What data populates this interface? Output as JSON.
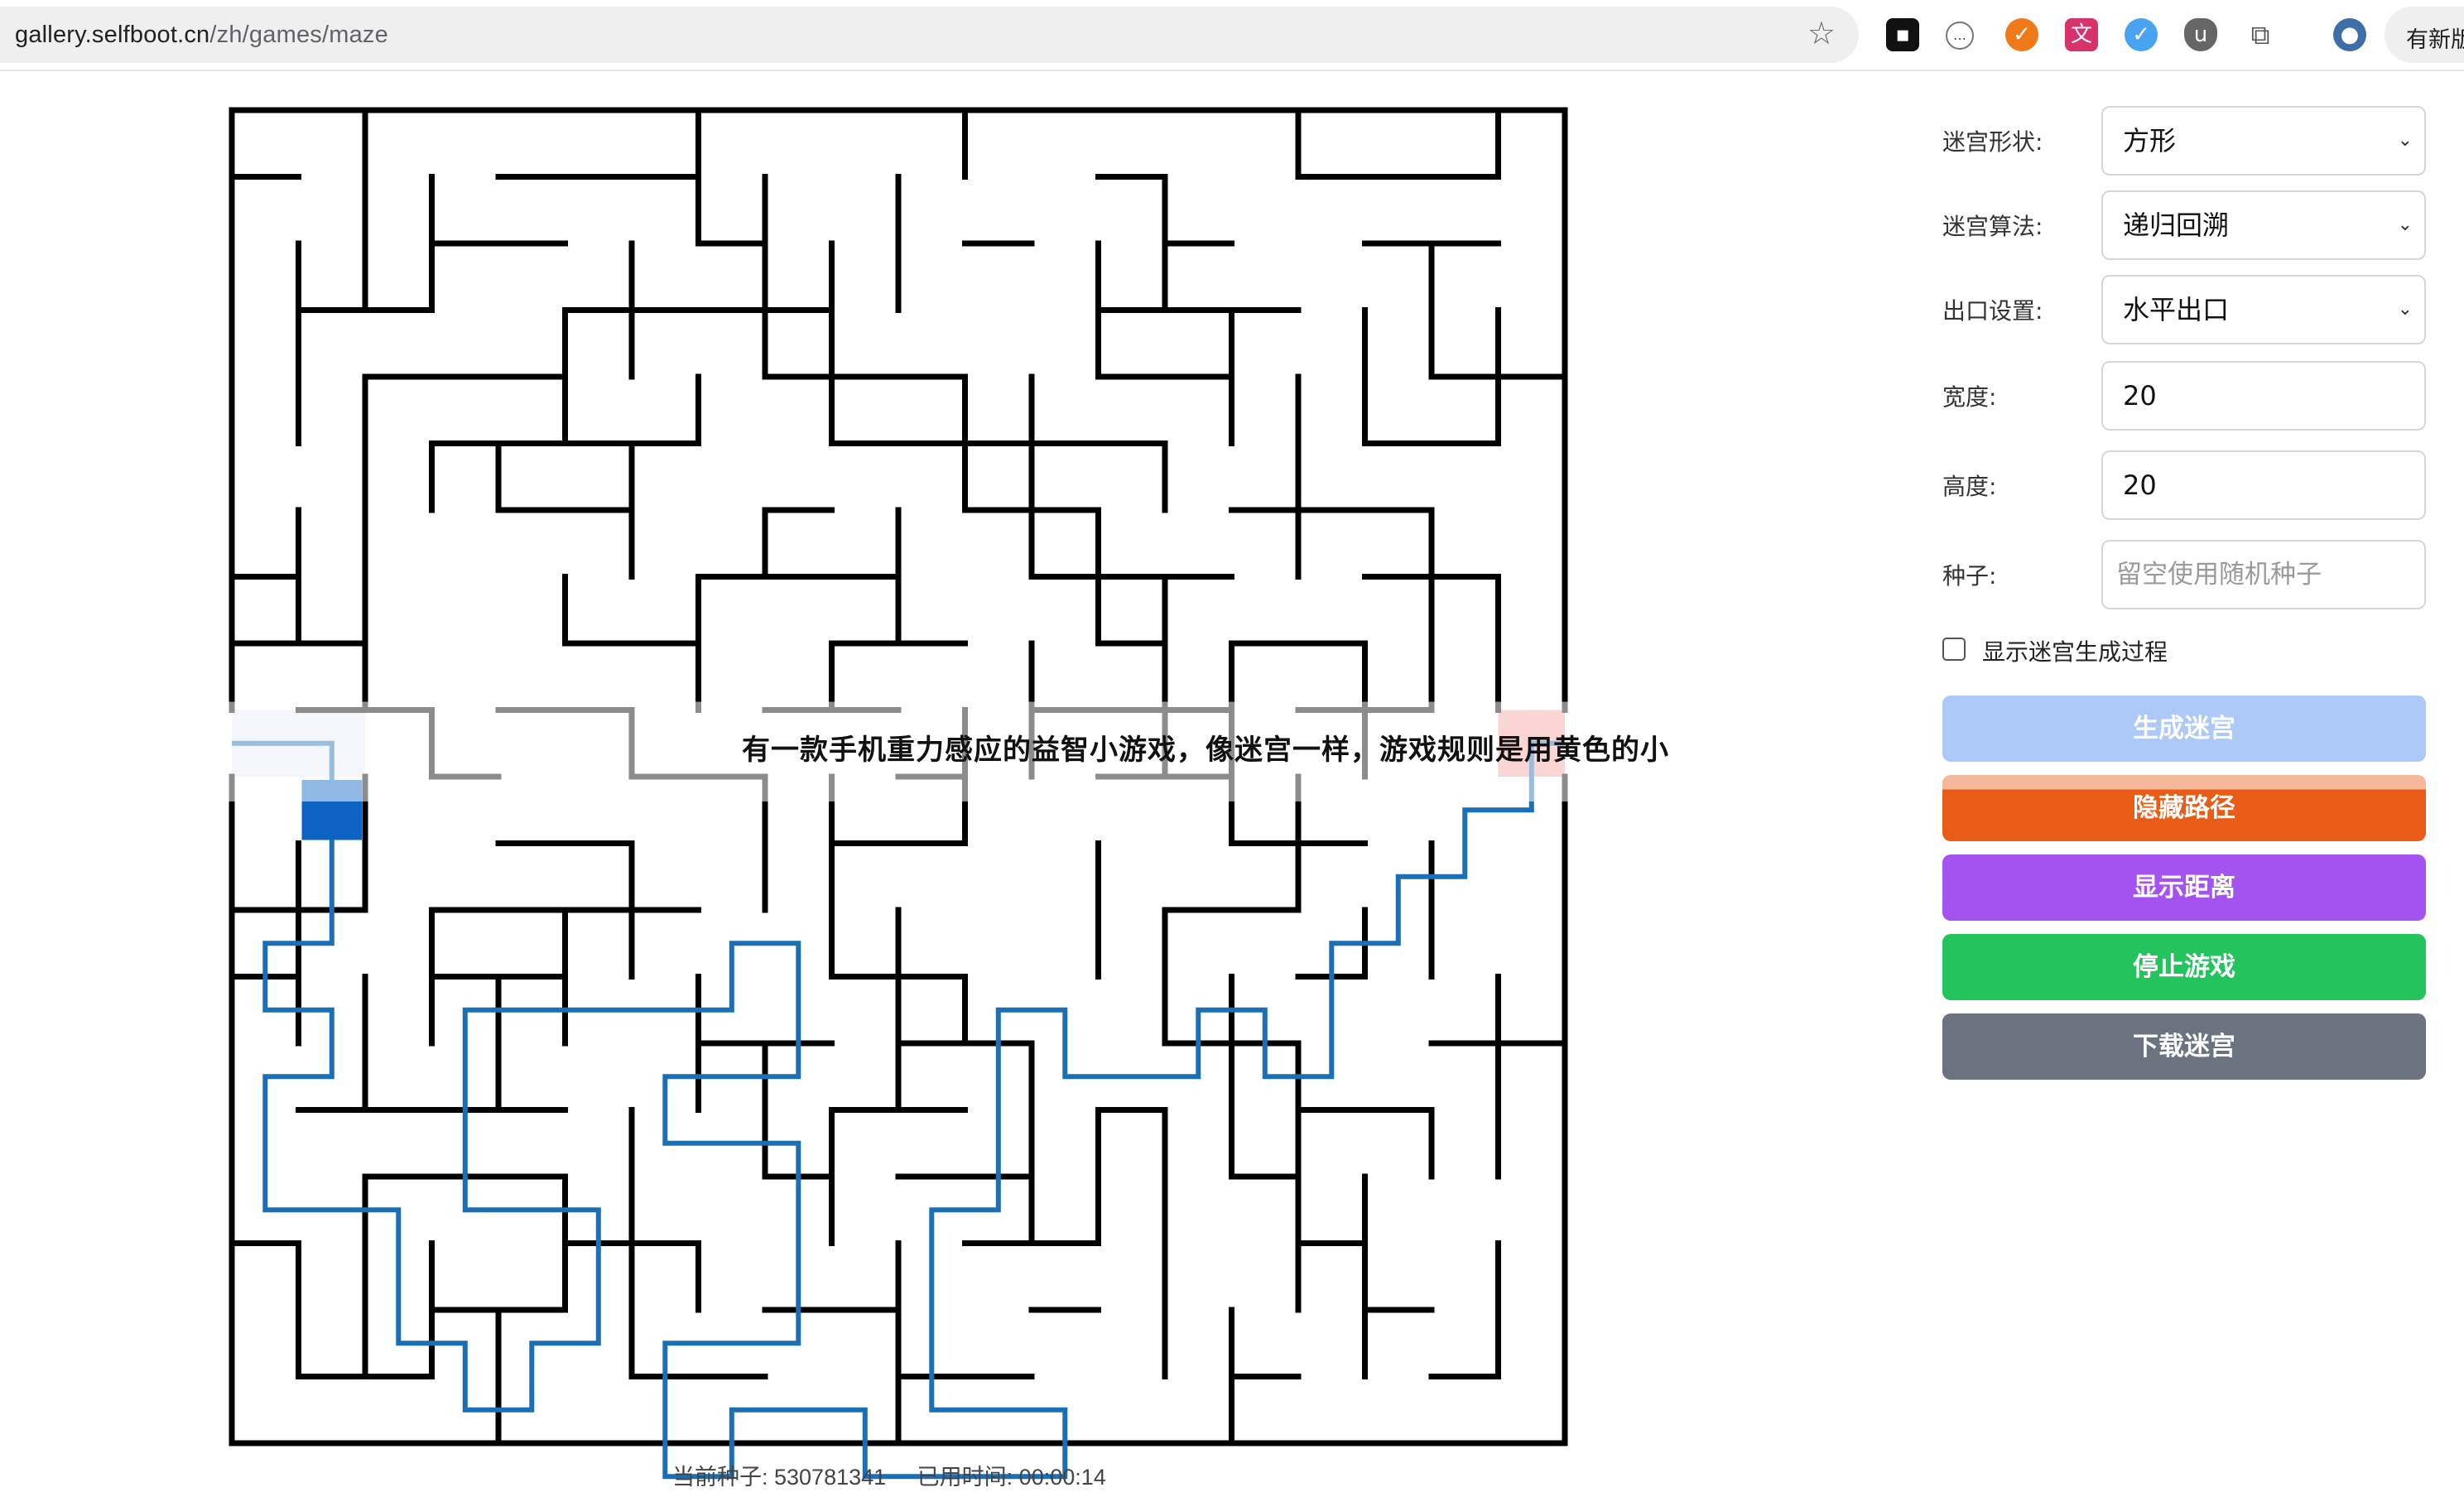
{
  "browser": {
    "url_host": "gallery.selfboot.cn",
    "url_path": "/zh/games/maze",
    "new_tab_label": "有新版"
  },
  "overlay_caption": "有一款手机重力感应的益智小游戏，像迷宫一样，游戏规则是用黄色的小",
  "status": {
    "seed_text": "当前种子: 530781341",
    "time_text": "已用时间: 00:00:14"
  },
  "panel": {
    "shape_label": "迷宫形状:",
    "shape_value": "方形",
    "algorithm_label": "迷宫算法:",
    "algorithm_value": "递归回溯",
    "exit_label": "出口设置:",
    "exit_value": "水平出口",
    "width_label": "宽度:",
    "width_value": "20",
    "height_label": "高度:",
    "height_value": "20",
    "seed_label": "种子:",
    "seed_placeholder": "留空使用随机种子",
    "show_process_label": "显示迷宫生成过程",
    "show_process_checked": false,
    "buttons": {
      "generate": "生成迷宫",
      "hide_path": "隐藏路径",
      "show_distance": "显示距离",
      "stop_game": "停止游戏",
      "download": "下载迷宫"
    }
  },
  "maze": {
    "cols": 20,
    "rows": 20,
    "exit_type": "水平出口",
    "colors": {
      "wall": "#000000",
      "path": "#1a6fb5",
      "player": "#0d63c4",
      "exit": "#f5a0a0",
      "entrance": "#e6ecf7"
    }
  },
  "theme": {
    "generate_color": "#acc9f7",
    "hide_path_color": "#e95c17",
    "show_distance_color": "#a453f1",
    "stop_game_color": "#23c45b",
    "download_color": "#6b7280"
  }
}
